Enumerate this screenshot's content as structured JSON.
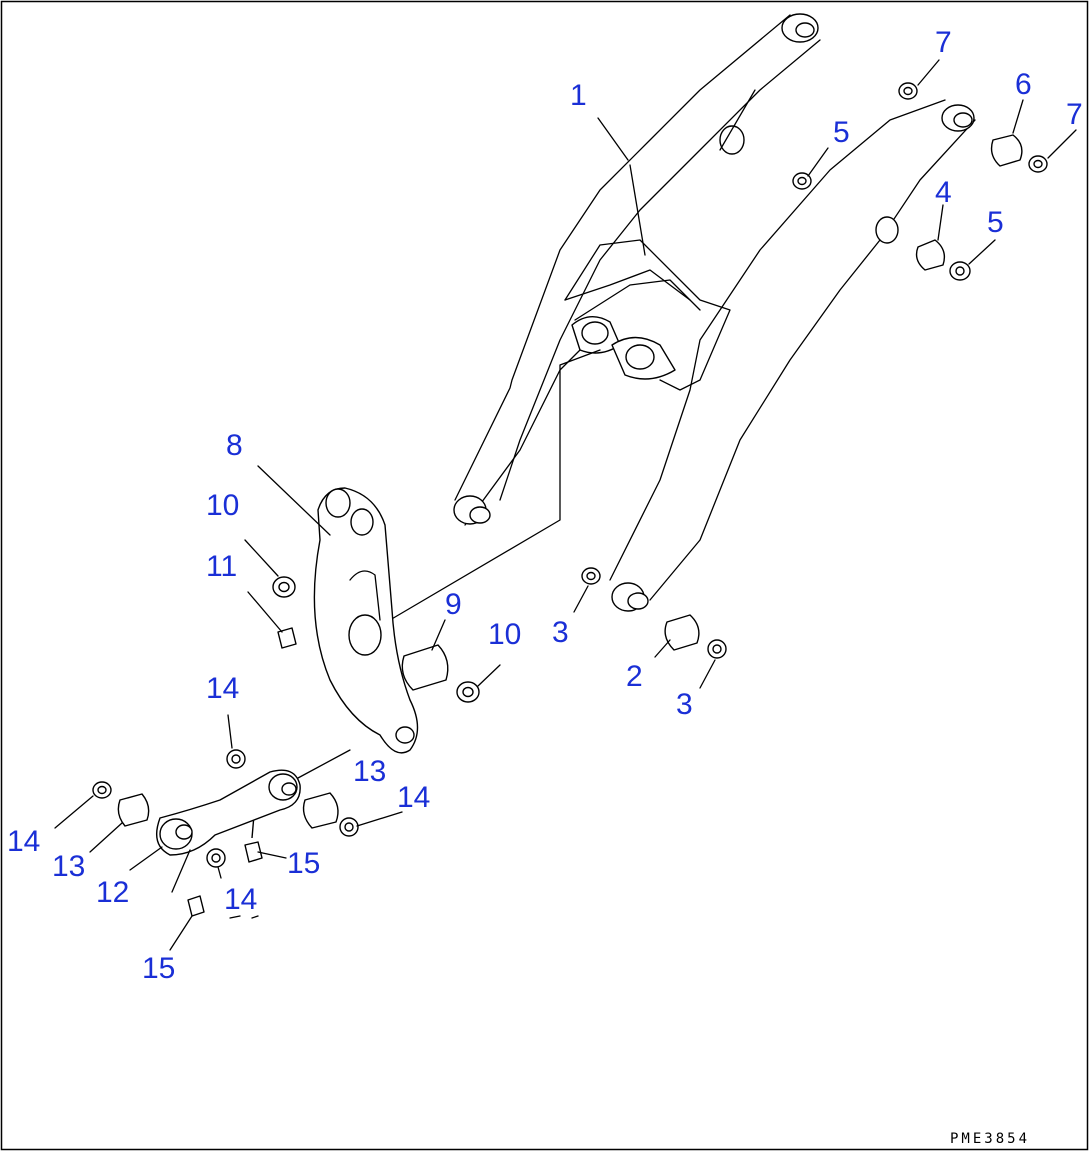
{
  "diagram": {
    "drawing_code": "PME3854",
    "callouts": [
      {
        "id": "c1",
        "text": "1"
      },
      {
        "id": "c7a",
        "text": "7"
      },
      {
        "id": "c6",
        "text": "6"
      },
      {
        "id": "c7b",
        "text": "7"
      },
      {
        "id": "c5a",
        "text": "5"
      },
      {
        "id": "c4",
        "text": "4"
      },
      {
        "id": "c5b",
        "text": "5"
      },
      {
        "id": "c8",
        "text": "8"
      },
      {
        "id": "c10a",
        "text": "10"
      },
      {
        "id": "c11",
        "text": "11"
      },
      {
        "id": "c9",
        "text": "9"
      },
      {
        "id": "c10b",
        "text": "10"
      },
      {
        "id": "c3a",
        "text": "3"
      },
      {
        "id": "c2",
        "text": "2"
      },
      {
        "id": "c3b",
        "text": "3"
      },
      {
        "id": "c14a",
        "text": "14"
      },
      {
        "id": "c13a",
        "text": "13"
      },
      {
        "id": "c14b",
        "text": "14"
      },
      {
        "id": "c14c",
        "text": "14"
      },
      {
        "id": "c13b",
        "text": "13"
      },
      {
        "id": "c12",
        "text": "12"
      },
      {
        "id": "c15a",
        "text": "15"
      },
      {
        "id": "c14d",
        "text": "14"
      },
      {
        "id": "c15b",
        "text": "15"
      }
    ]
  }
}
